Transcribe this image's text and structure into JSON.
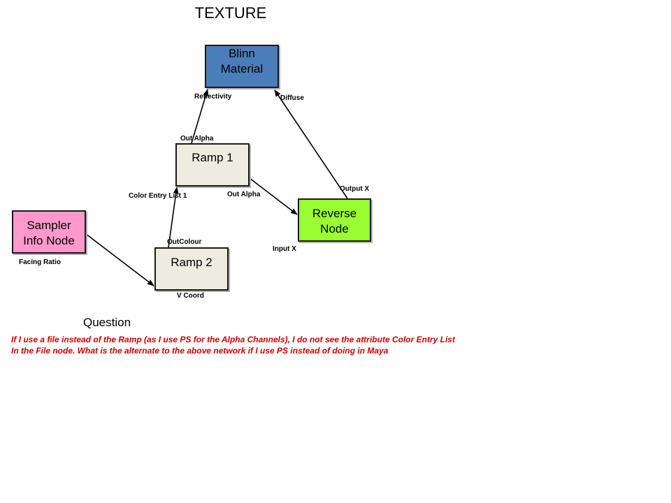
{
  "title": "TEXTURE",
  "nodes": {
    "blinn": {
      "line1": "Blinn",
      "line2": "Material",
      "color": "#4a7ebb"
    },
    "ramp1": {
      "line1": "Ramp 1",
      "color": "#eeece1"
    },
    "ramp2": {
      "line1": "Ramp 2",
      "color": "#eeece1"
    },
    "sampler": {
      "line1": "Sampler",
      "line2": "Info Node",
      "color": "#ff99cc"
    },
    "reverse": {
      "line1": "Reverse",
      "line2": "Node",
      "color": "#99ff33"
    }
  },
  "ports": {
    "reflectivity": "Reflectivity",
    "diffuse": "Diffuse",
    "ramp1_out_alpha_top": "Out Alpha",
    "ramp1_color_entry": "Color Entry List 1",
    "ramp1_out_alpha_right": "Out Alpha",
    "reverse_output_x": "Output X",
    "reverse_input_x": "Input X",
    "ramp2_outcolour": "OutColour",
    "ramp2_v_coord": "V Coord",
    "sampler_facing_ratio": "Facing Ratio"
  },
  "question": {
    "heading": "Question",
    "line1": "If I use a file instead of the Ramp (as I use PS for the Alpha Channels), I do not see the attribute Color Entry List",
    "line2": "In the File node. What is the alternate to the above network if I use PS instead of doing in Maya",
    "color": "#cc0000"
  }
}
